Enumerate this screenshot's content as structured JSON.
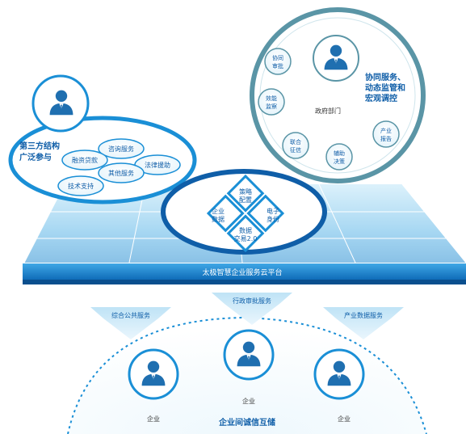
{
  "platform": {
    "label": "太极智慧企业服务云平台"
  },
  "third_party": {
    "title_line1": "第三方结构",
    "title_line2": "广泛参与",
    "services": [
      "咨询服务",
      "融资贷款",
      "法律援助",
      "其他服务",
      "技术支持"
    ]
  },
  "government": {
    "center_label": "政府部门",
    "title_line1": "协同服务、",
    "title_line2": "动态监管和",
    "title_line3": "宏观调控",
    "nodes": [
      {
        "line1": "协同",
        "line2": "审批"
      },
      {
        "line1": "效能",
        "line2": "监察"
      },
      {
        "line1": "联合",
        "line2": "征信"
      },
      {
        "line1": "辅助",
        "line2": "决策"
      },
      {
        "line1": "产业",
        "line2": "报告"
      }
    ]
  },
  "core": {
    "cells": [
      {
        "line1": "策略",
        "line2": "配置"
      },
      {
        "line1": "企业",
        "line2": "数据"
      },
      {
        "line1": "电子",
        "line2": "身份"
      },
      {
        "line1": "数据",
        "line2": "交易2.0"
      }
    ]
  },
  "flows": [
    "综合公共服务",
    "行政审批服务",
    "产业数据服务"
  ],
  "enterprise": {
    "labels": [
      "企业",
      "企业",
      "企业"
    ],
    "bottom_label": "企业间诚信互储"
  },
  "colors": {
    "blue": "#1a8fd6",
    "dark_blue": "#0f5ea8",
    "light_blue": "#d9f0fb",
    "teal": "#5a95a6"
  }
}
